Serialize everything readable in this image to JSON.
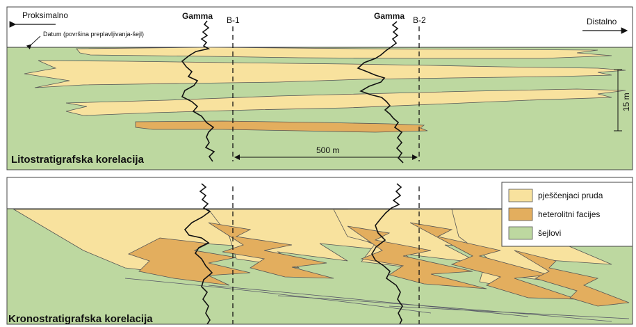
{
  "top_panel": {
    "title": "Litostratigrafska korelacija",
    "proximal_label": "Proksimalno",
    "distal_label": "Distalno",
    "datum_label": "Datum (površina preplavljivanja-šejl)",
    "gamma_label": "Gamma",
    "well1_label": "B-1",
    "well2_label": "B-2",
    "distance_label": "500 m",
    "thickness_label": "15 m"
  },
  "bottom_panel": {
    "title": "Kronostratigrafska korelacija",
    "legend": [
      {
        "label": "pješčenjaci pruda",
        "color": "#f8e29e"
      },
      {
        "label": "heterolitni facijes",
        "color": "#e3ae5e"
      },
      {
        "label": "šejlovi",
        "color": "#bdd8a0"
      }
    ]
  },
  "colors": {
    "shale": "#bdd8a0",
    "sand": "#f8e29e",
    "heterolithic": "#e3ae5e"
  }
}
